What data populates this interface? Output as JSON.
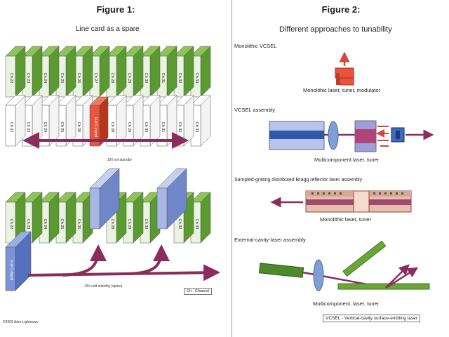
{
  "figure1": {
    "title": "Figure 1:",
    "subtitle": "Line card as a spare",
    "row1_channels": [
      "Ch 22",
      "Ch 23",
      "Ch 24",
      "Ch 25",
      "Ch 26",
      "Ch 27",
      "Ch 28",
      "Ch 29",
      "Ch 30",
      "Ch 31",
      "Ch 32",
      "Ch 33"
    ],
    "row2_channels": [
      "Ch 22",
      "Ch 23",
      "Ch 24",
      "Ch 25",
      "Ch 26",
      "Ch 28",
      "Ch 29",
      "Ch 30",
      "Ch 31",
      "Ch 32",
      "Ch 33"
    ],
    "hot_spare_label": "Full C-band",
    "hot_caption": "1/N hot standby",
    "row3_channels": [
      "Ch 22",
      "Ch 23",
      "Ch 24",
      "Ch 25",
      "Ch 26",
      "Ch 28",
      "Ch 29",
      "Ch 30",
      "Ch 32",
      "Ch 33"
    ],
    "cold_spare_label": "Full C-band",
    "cold_caption": "1/N cold standby (spare)",
    "legend": "Ch - Channel",
    "credit": "©2009 Adm-Lightwave"
  },
  "figure2": {
    "title": "Figure 2:",
    "subtitle": "Different approaches to tunability",
    "sections": [
      {
        "heading": "Monolithic VCSEL",
        "caption": "Monolithic laser, tuner, modulator"
      },
      {
        "heading": "VCSEL assembly",
        "caption": "Multicomponent laser, tuner"
      },
      {
        "heading": "Sampled-grating distributed Bragg reflector laser assembly",
        "caption": "Monolithic laser, tuner"
      },
      {
        "heading": "External-cavity-laser assembly",
        "caption": "Multicomponent, laser, tuner"
      }
    ],
    "legend": "VCSEL - Vertical-cavity surface-emitting laser"
  },
  "colors": {
    "green": "#6aa53a",
    "green_dark": "#3f7a1f",
    "blue": "#8ea3d6",
    "red": "#e8553b",
    "arrow": "#8a2c5c"
  }
}
